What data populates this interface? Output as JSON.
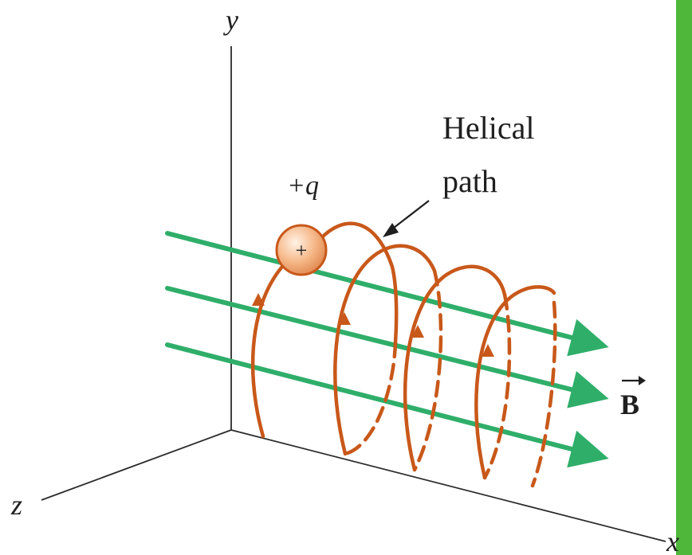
{
  "labels": {
    "y_axis": "y",
    "x_axis": "x",
    "z_axis": "z",
    "charge": "+q",
    "charge_symbol": "+",
    "path_line1": "Helical",
    "path_line2": "path",
    "field": "B"
  },
  "colors": {
    "background": "#ffffff",
    "axis": "#2a2a2a",
    "field_lines": "#2fae6a",
    "helix": "#c8581a",
    "charge_fill": "#f6b98a",
    "charge_stroke": "#c8581a",
    "side_bar": "#4fb83a",
    "text": "#1f1f1f"
  },
  "icons": {
    "charge": "charged-particle-icon",
    "field_arrow": "arrow-right-icon",
    "pointer": "arrow-pointer-icon"
  }
}
